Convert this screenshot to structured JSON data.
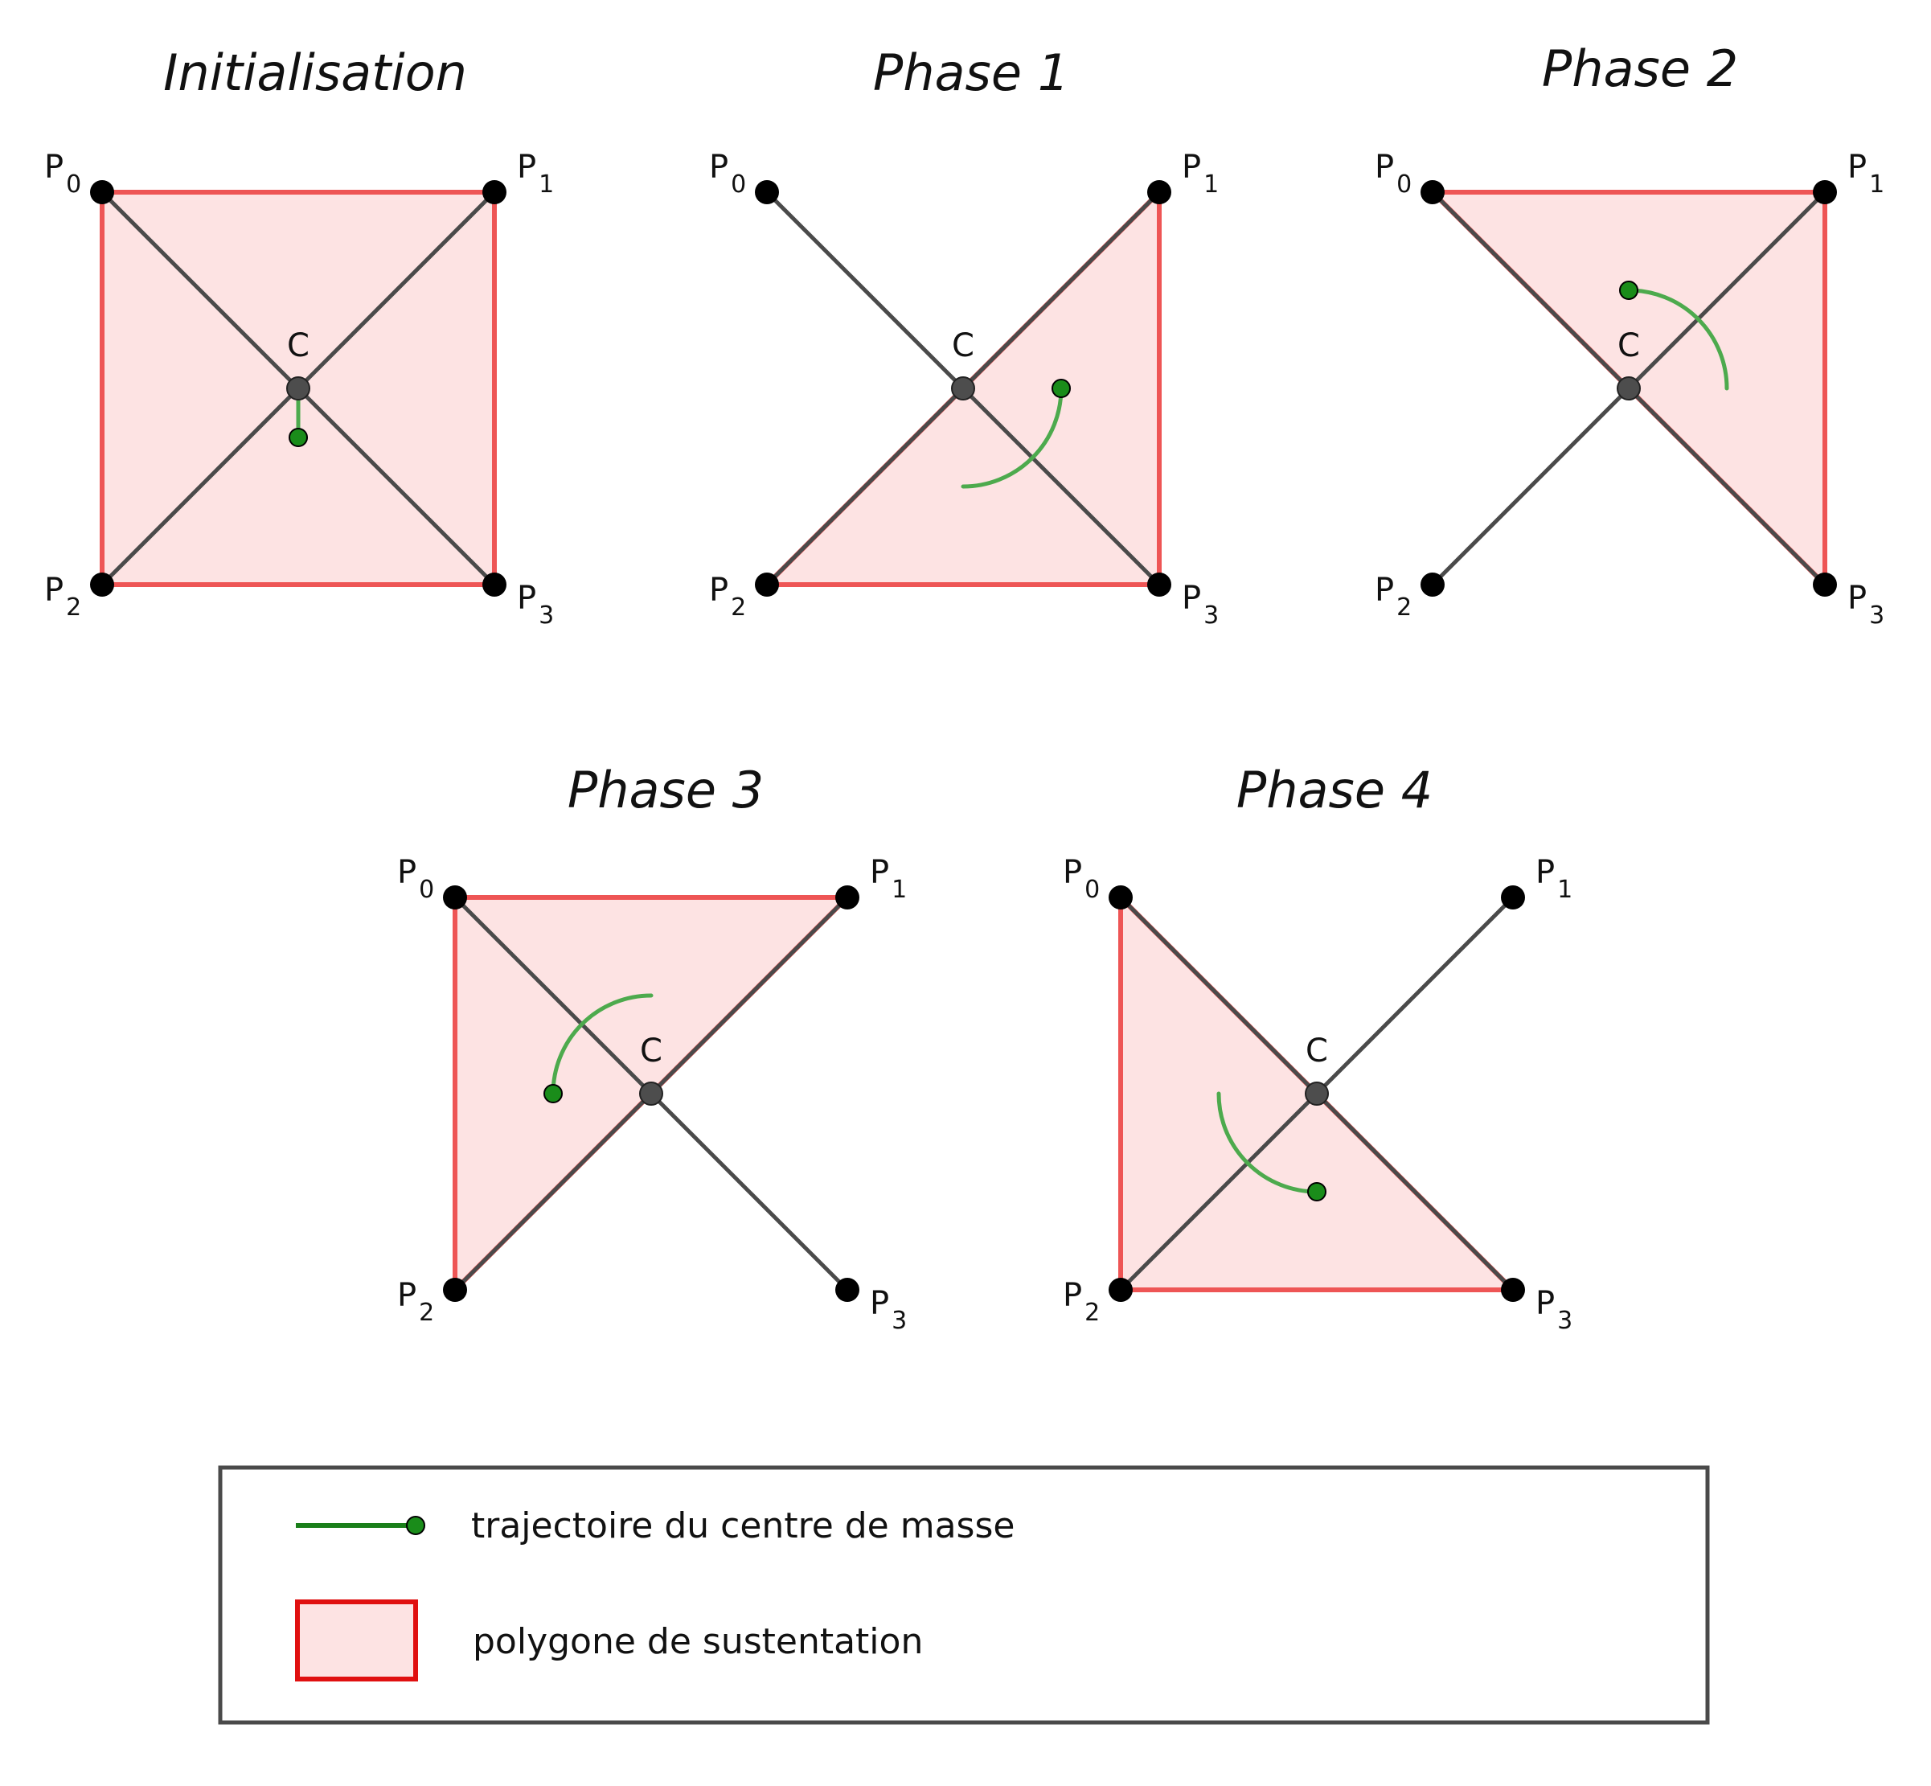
{
  "panels": [
    {
      "id": "init",
      "title": "Initialisation",
      "polygon": [
        "P0",
        "P1",
        "P3",
        "P2"
      ],
      "trajectory": {
        "type": "line",
        "to": [
          0,
          -0.5
        ]
      }
    },
    {
      "id": "phase1",
      "title": "Phase 1",
      "polygon": [
        "P1",
        "P3",
        "P2"
      ],
      "trajectory": {
        "type": "arc",
        "from_deg": 270,
        "to_deg": 360
      }
    },
    {
      "id": "phase2",
      "title": "Phase 2",
      "polygon": [
        "P0",
        "P1",
        "P3"
      ],
      "trajectory": {
        "type": "arc",
        "from_deg": 0,
        "to_deg": 90
      }
    },
    {
      "id": "phase3",
      "title": "Phase 3",
      "polygon": [
        "P0",
        "P1",
        "P2"
      ],
      "trajectory": {
        "type": "arc",
        "from_deg": 90,
        "to_deg": 180
      }
    },
    {
      "id": "phase4",
      "title": "Phase 4",
      "polygon": [
        "P0",
        "P3",
        "P2"
      ],
      "trajectory": {
        "type": "arc",
        "from_deg": 180,
        "to_deg": 270
      }
    }
  ],
  "points": [
    {
      "id": "P0",
      "base": "P",
      "sub": "0"
    },
    {
      "id": "P1",
      "base": "P",
      "sub": "1"
    },
    {
      "id": "P2",
      "base": "P",
      "sub": "2"
    },
    {
      "id": "P3",
      "base": "P",
      "sub": "3"
    }
  ],
  "center_label": "C",
  "legend": {
    "trajectory_label": "trajectoire du centre de masse",
    "polygon_label": "polygone de sustentation"
  },
  "colors": {
    "polygon_fill": "#fde3e3",
    "polygon_stroke": "#ee5555",
    "leg_stroke": "#4a4a4a",
    "trajectory": "#4daa4d",
    "trajectory_dot": "#1a8c1a",
    "foot": "#000000",
    "center": "#4d4d4d",
    "legend_red": "#e01010"
  }
}
